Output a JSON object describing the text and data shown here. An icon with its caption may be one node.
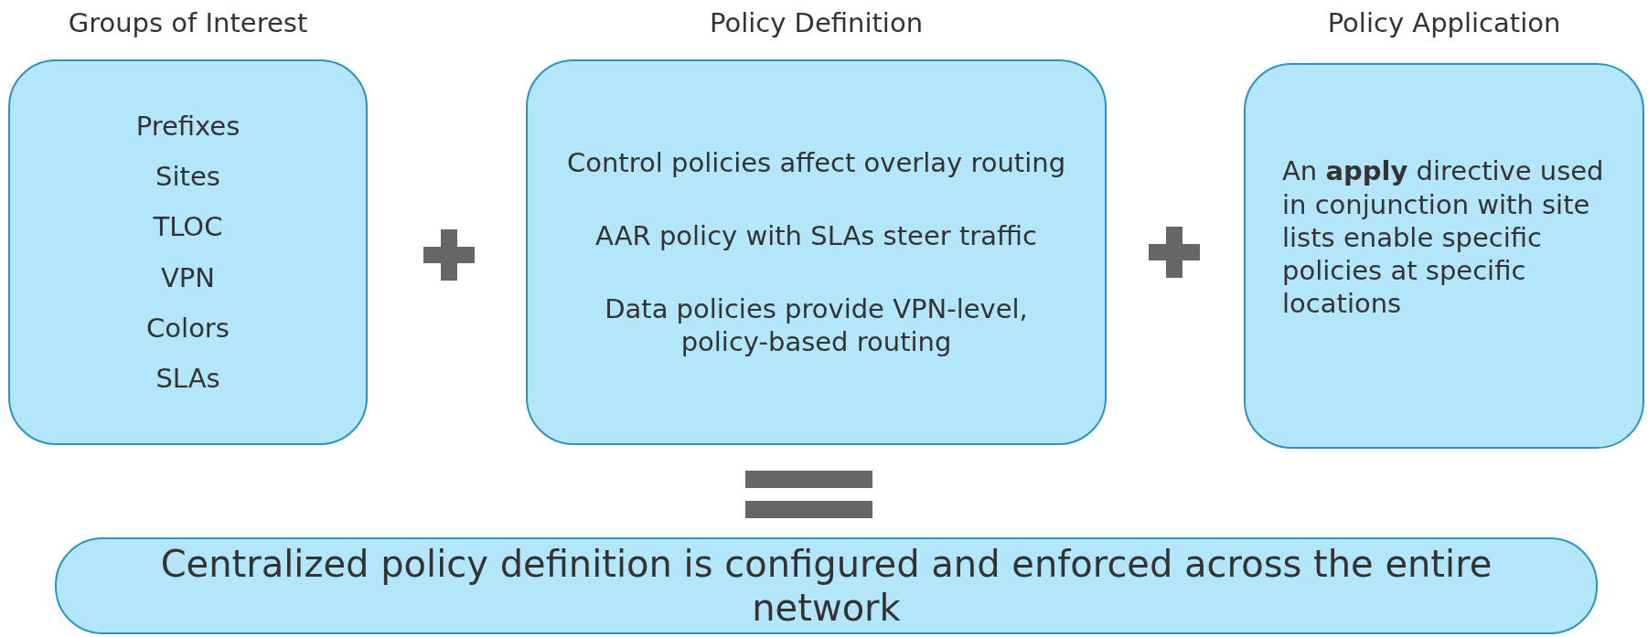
{
  "diagram": {
    "nodes": [
      {
        "text": [
          "Groups of Interest",
          "Prefixes",
          "Sites",
          "TLOC",
          "VPN",
          "Colors",
          "SLAs"
        ]
      },
      {
        "text": [
          "Policy Definition",
          "Control policies affect overlay routing",
          "AAR policy with SLAs steer traffic",
          "Data policies provide VPN-level, policy-based routing"
        ]
      },
      {
        "text": [
          "Policy Application",
          "An **apply** directive used in conjunction with site lists enable specific policies at specific locations"
        ]
      },
      {
        "text": [
          "Centralized policy definition is configured and enforced across the entire network"
        ]
      }
    ]
  }
}
